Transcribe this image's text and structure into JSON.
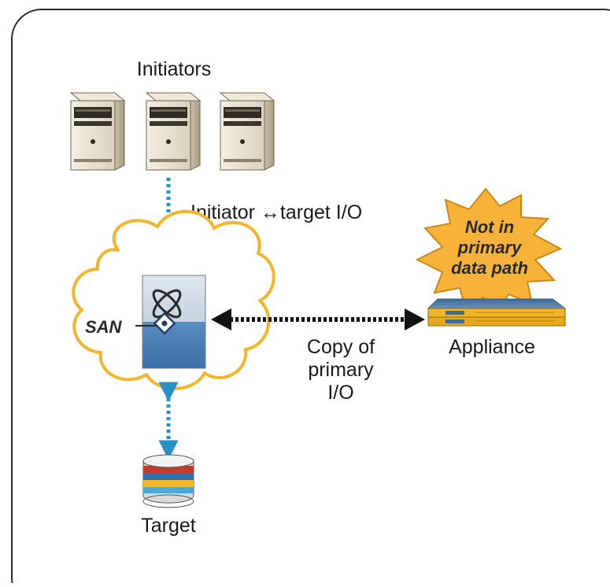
{
  "labels": {
    "initiators": "Initiators",
    "initiator_target_io": "Initiator ↔target I/O",
    "san": "SAN",
    "copy_line1": "Copy of",
    "copy_line2": "primary",
    "copy_line3": "I/O",
    "appliance": "Appliance",
    "target": "Target",
    "burst_line1": "Not in",
    "burst_line2": "primary",
    "burst_line3": "data path"
  },
  "colors": {
    "frame": "#2b2b2b",
    "dotted_arrow": "#2a8fc4",
    "copy_arrow": "#111111",
    "cloud_outline": "#f2b52c",
    "burst_fill": "#f7b23a",
    "appliance": "#f3b628",
    "switch_blue": "#3f78b5"
  },
  "icons": {
    "server": "server-tower-icon",
    "switch": "san-switch-icon",
    "storage": "storage-disk-icon",
    "appliance": "appliance-rack-icon",
    "burst": "starburst-callout"
  }
}
